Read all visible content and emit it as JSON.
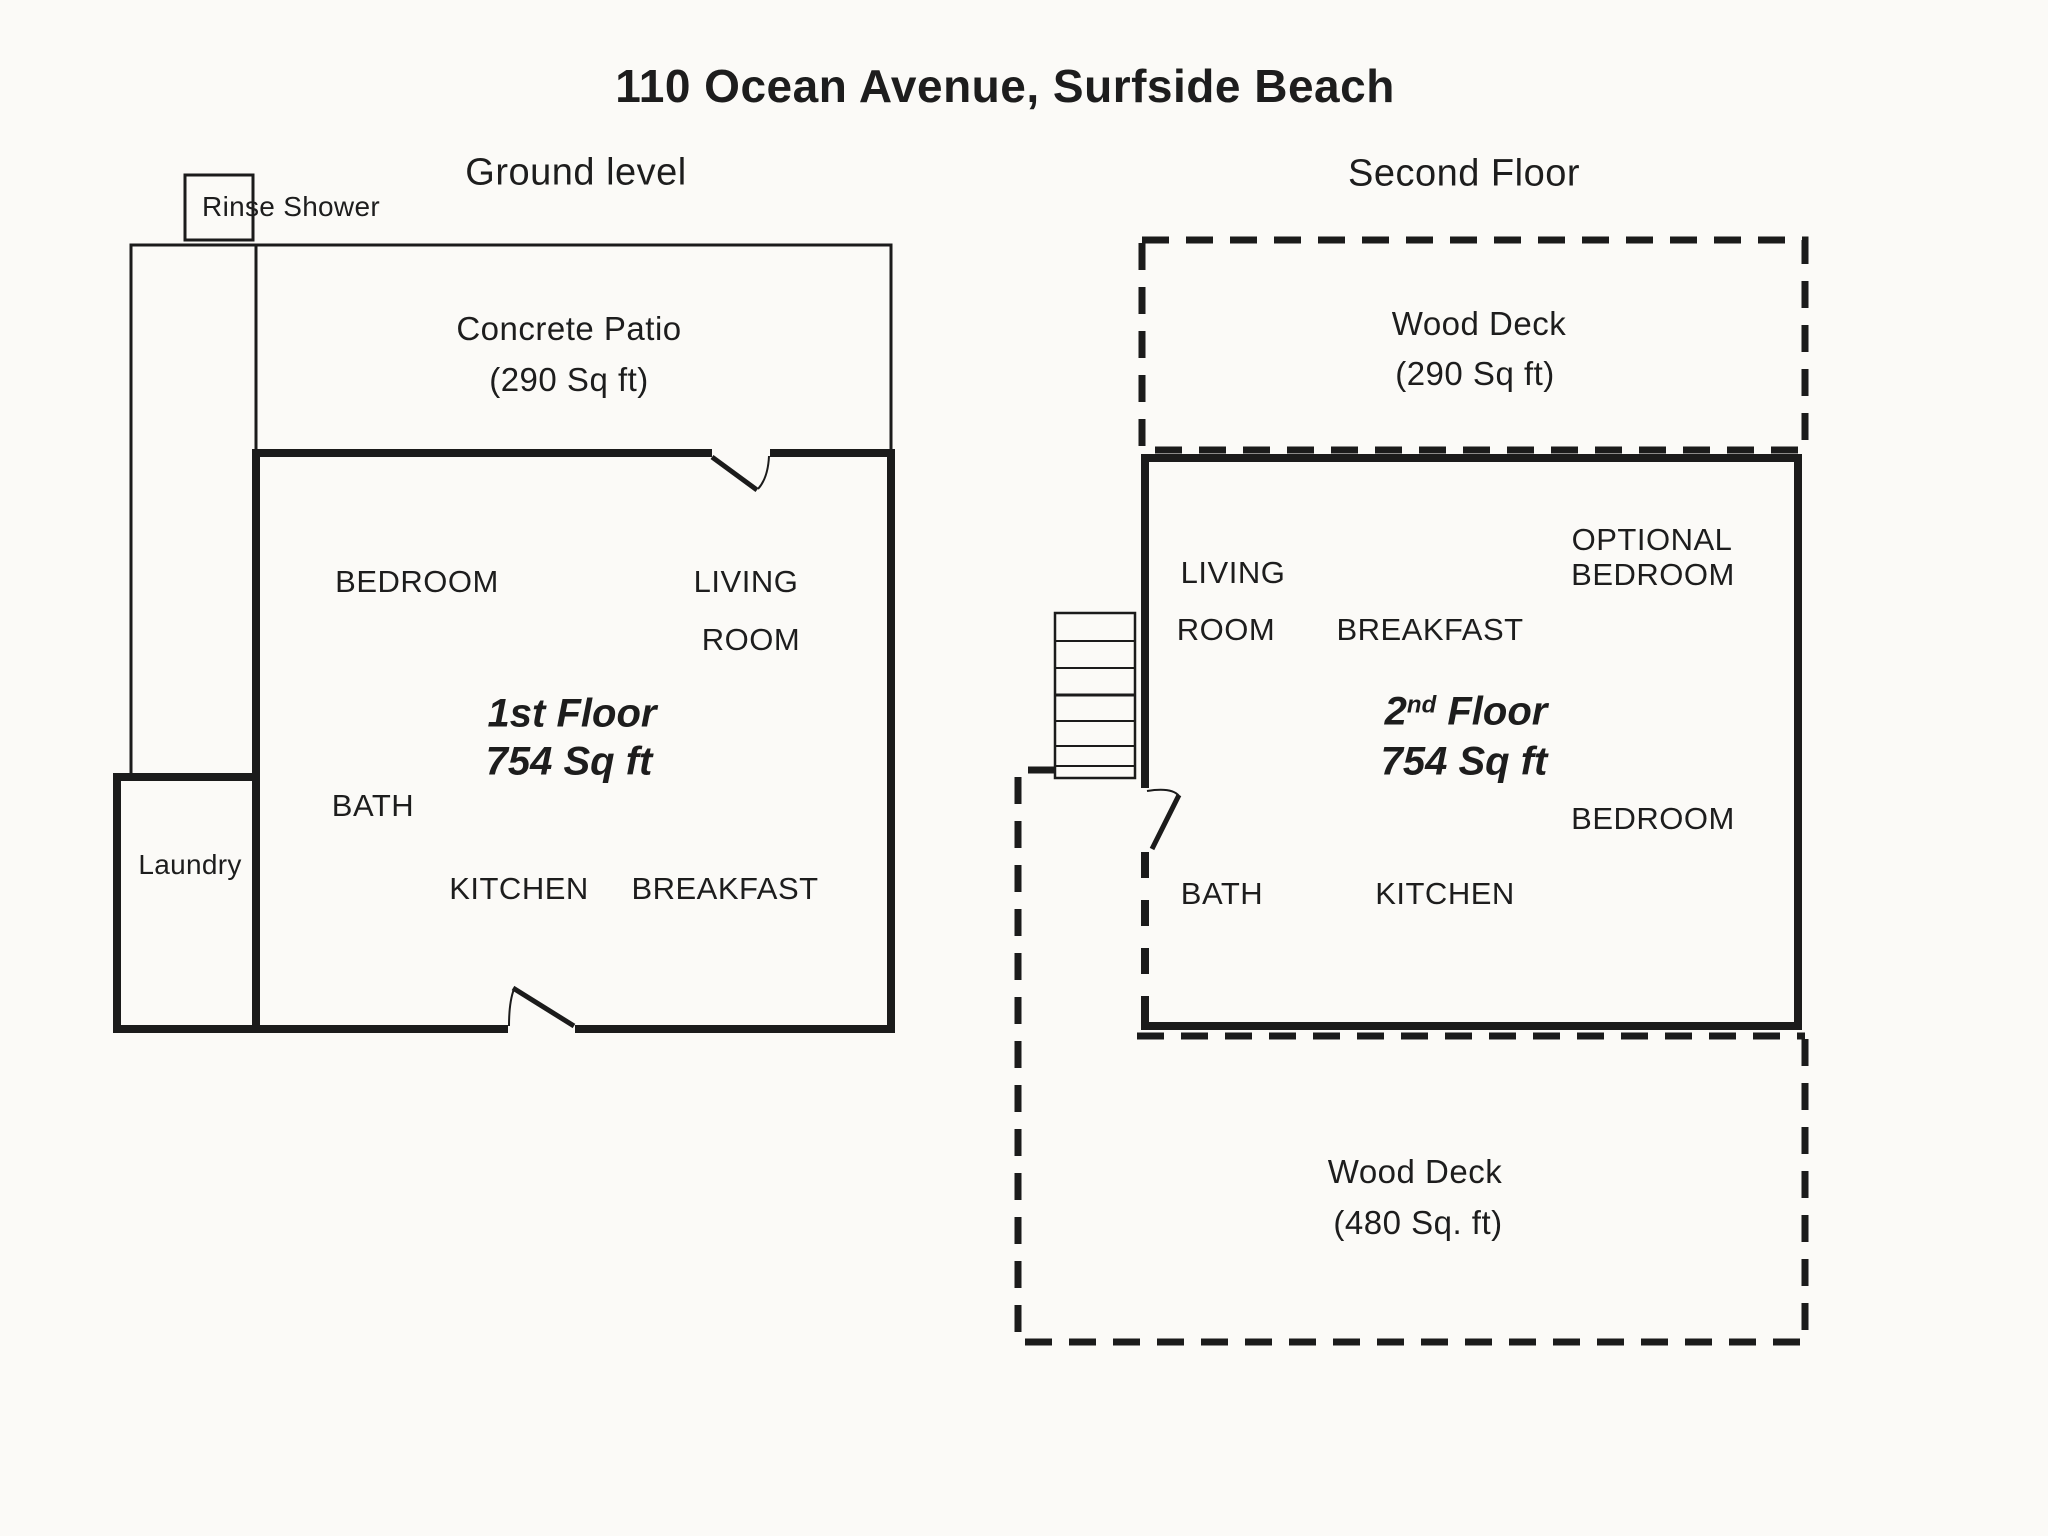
{
  "title": "110 Ocean Avenue, Surfside Beach",
  "ground_level": {
    "heading": "Ground level",
    "rinse_shower_label": "Rinse Shower",
    "patio_name": "Concrete Patio",
    "patio_area": "(290 Sq ft)",
    "bedroom": "BEDROOM",
    "living": "LIVING",
    "room": "ROOM",
    "floor_name": "1st Floor",
    "floor_area": "754 Sq ft",
    "bath": "BATH",
    "laundry": "Laundry",
    "kitchen": "KITCHEN",
    "breakfast": "BREAKFAST"
  },
  "second_floor": {
    "heading": "Second Floor",
    "upper_deck_name": "Wood Deck",
    "upper_deck_area": "(290 Sq ft)",
    "living": "LIVING",
    "room": "ROOM",
    "breakfast": "BREAKFAST",
    "optional_line1": "OPTIONAL",
    "optional_line2": "BEDROOM",
    "floor_num": "2",
    "floor_sup": "nd",
    "floor_rest": " Floor",
    "floor_area": "754 Sq ft",
    "bedroom": "BEDROOM",
    "bath": "BATH",
    "kitchen": "KITCHEN",
    "lower_deck_name": "Wood Deck",
    "lower_deck_area": "(480 Sq. ft)"
  },
  "colors": {
    "ink": "#1b1b1b",
    "paper": "#fbfaf7"
  }
}
